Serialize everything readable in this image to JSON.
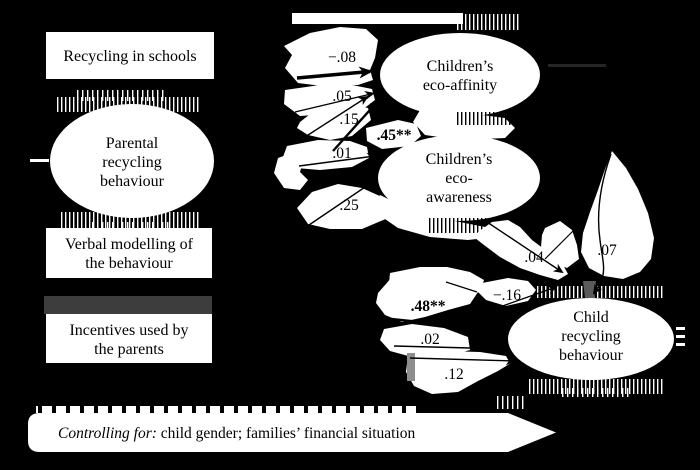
{
  "figure": {
    "type": "structural-path-model",
    "colors": {
      "background": "#000000",
      "node_fill": "#ffffff",
      "text": "#000000",
      "gray_bar": "#3d3d3d",
      "gray_stub": "#8e8e8e",
      "gray_notch": "#5a5a5a"
    },
    "left_nodes": {
      "recycling_schools": {
        "label": "Recycling in schools"
      },
      "parental_recycling": {
        "line1": "Parental",
        "line2": "recycling",
        "line3": "behaviour"
      },
      "verbal_modelling": {
        "line1": "Verbal modelling of",
        "line2": "the behaviour"
      },
      "incentives": {
        "line1": "Incentives used by",
        "line2": "the parents"
      }
    },
    "right_nodes": {
      "eco_affinity": {
        "line1": "Children’s",
        "line2": "eco-affinity"
      },
      "eco_awareness": {
        "line1": "Children’s",
        "line2": "eco-",
        "line3": "awareness"
      },
      "child_recycling": {
        "line1": "Child",
        "line2": "recycling",
        "line3": "behaviour"
      }
    },
    "coefficients": {
      "c1": "−.08",
      "c2": ".05",
      "c3": ".15",
      "c4": ".45**",
      "c5": ".01",
      "c6": ".25",
      "c7": ".04",
      "c8": ".07",
      "c9": "−.16",
      "c10": ".48**",
      "c11": ".02",
      "c12": ".12"
    },
    "controls_note": {
      "prefix": "Controlling for:",
      "text": " child gender; families’ financial situation"
    }
  }
}
